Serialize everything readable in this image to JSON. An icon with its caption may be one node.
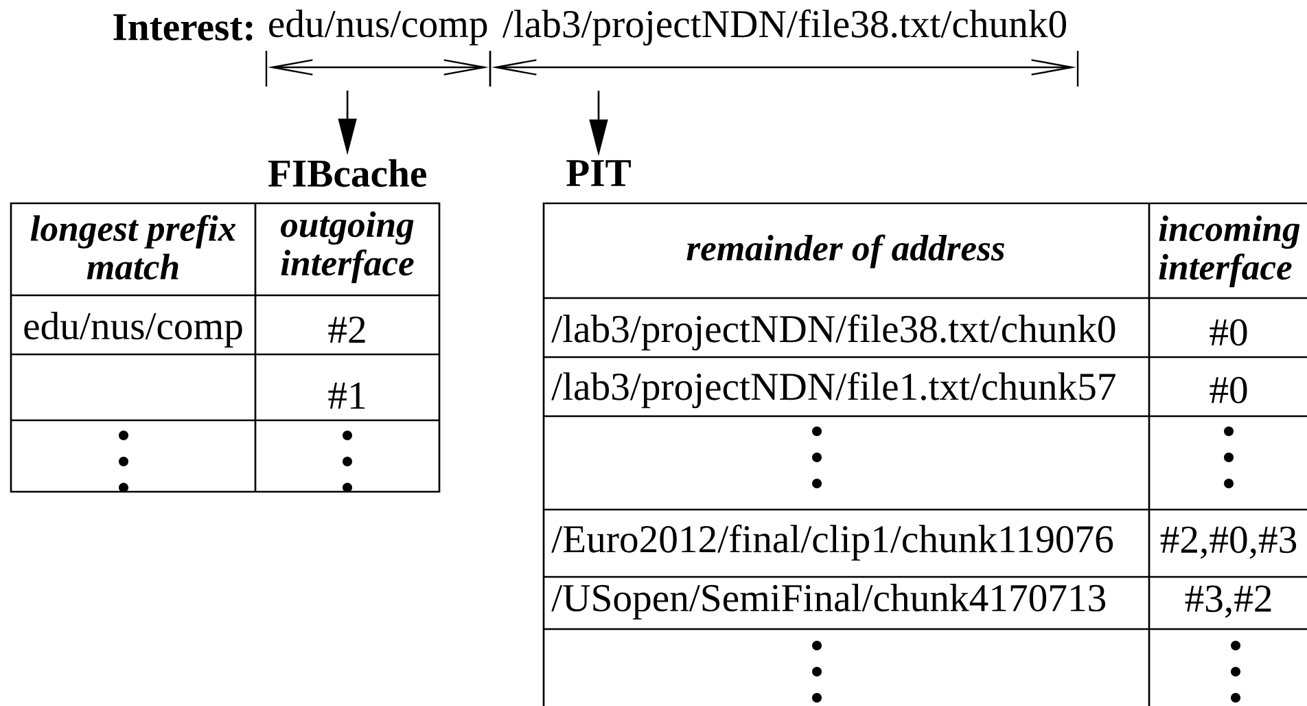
{
  "diagram": {
    "nodes": [
      {
        "text": [
          "edu/nus/comp"
        ]
      },
      {
        "text": [
          "/lab3/projectNDN/file38.txt/chunk0"
        ]
      },
      {
        "text": [
          "FIBcache"
        ]
      },
      {
        "text": [
          "PIT"
        ]
      }
    ],
    "edges": [
      {
        "from": 0,
        "to": 2,
        "arrow": "to"
      },
      {
        "from": 1,
        "to": 3,
        "arrow": "to"
      }
    ],
    "labels": [
      "Interest:",
      "longest prefix match",
      "outgoing interface",
      "edu/nus/comp",
      "#2",
      "#1",
      "remainder of address",
      "incoming interface",
      "/lab3/projectNDN/file38.txt/chunk0",
      "#0",
      "/lab3/projectNDN/file1.txt/chunk57",
      "#0",
      "/Euro2012/final/clip1/chunk119076",
      "#2,#0,#3",
      "/USopen/SemiFinal/chunk4170713",
      "#3,#2"
    ]
  }
}
